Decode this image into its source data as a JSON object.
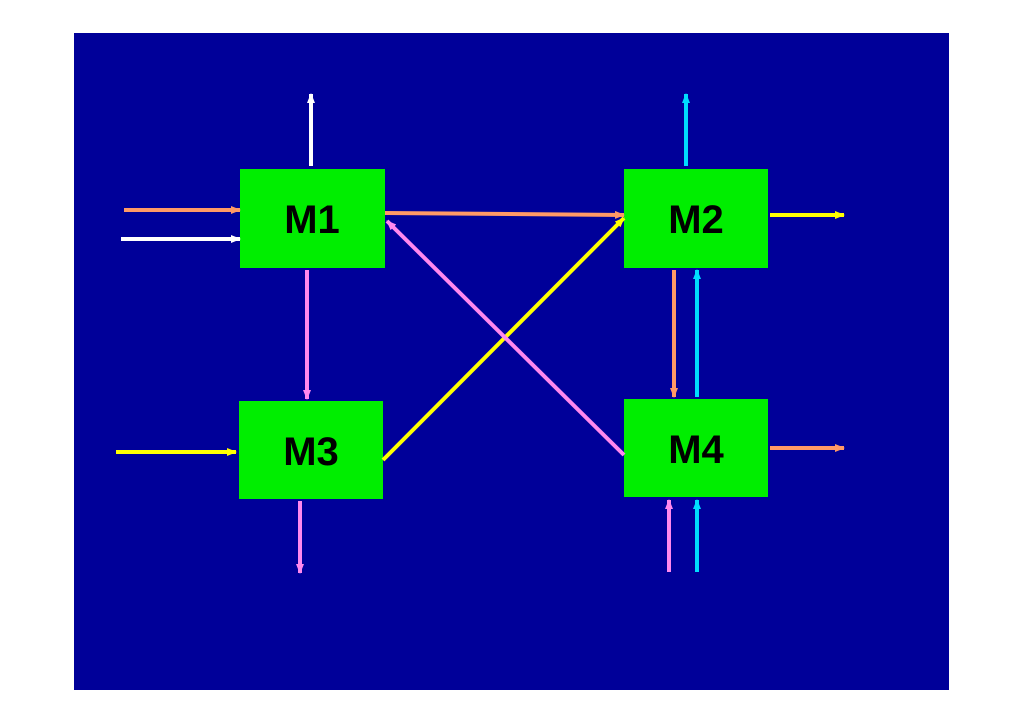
{
  "colors": {
    "background": "#000099",
    "box_fill": "#00ee00",
    "salmon": "#ff9966",
    "white": "#ffffff",
    "yellow": "#ffff00",
    "pink": "#ff88ee",
    "cyan": "#00ddff"
  },
  "boxes": {
    "m1": "M1",
    "m2": "M2",
    "m3": "M3",
    "m4": "M4"
  }
}
